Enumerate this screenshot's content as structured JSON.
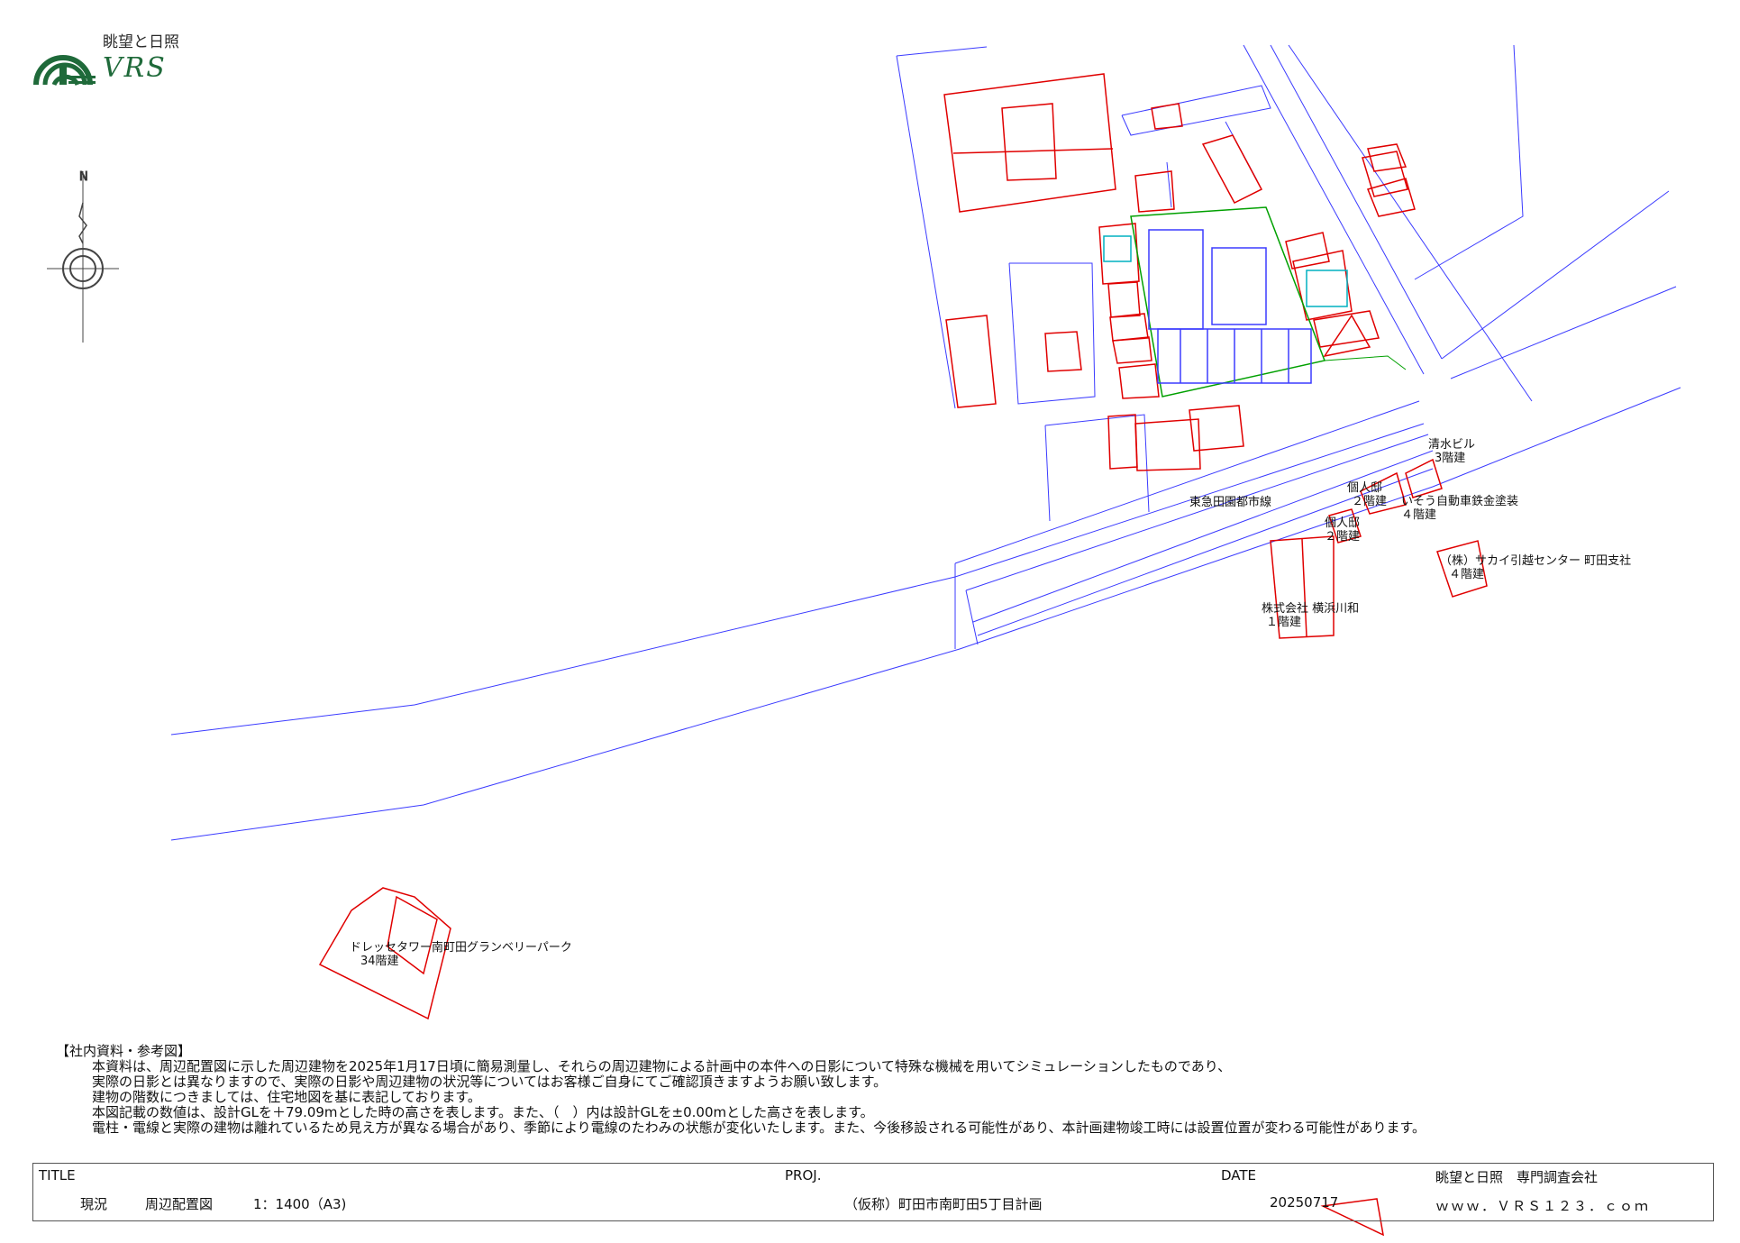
{
  "logo": {
    "top_text": "眺望と日照",
    "bottom_text": "VRS",
    "icon": "vrs-arc-logo"
  },
  "compass": {
    "label": "N"
  },
  "map_labels": {
    "railway": "東急田園都市線",
    "shimizu_name": "清水ビル",
    "shimizu_floors": "3階建",
    "kojin1_name": "個人邸",
    "kojin1_floors": "２階建",
    "isou_name": "いそう自動車鉄金塗装",
    "isou_floors": "４階建",
    "kojin2_name": "個人邸",
    "kojin2_floors": "２階建",
    "sakai_name": "（株）サカイ引越センター 町田支社",
    "sakai_floors": "４階建",
    "kawawa_name": "株式会社 横浜川和",
    "kawawa_floors": "１階建",
    "tower_name": "ドレッセタワー南町田グランベリーパーク",
    "tower_floors": "34階建"
  },
  "notes": {
    "heading": "【社内資料・参考図】",
    "lines": [
      "本資料は、周辺配置図に示した周辺建物を2025年1月17日頃に簡易測量し、それらの周辺建物による計画中の本件への日影について特殊な機械を用いてシミュレーションしたものであり、",
      "実際の日影とは異なりますので、実際の日影や周辺建物の状況等についてはお客様ご自身にてご確認頂きますようお願い致します。",
      "建物の階数につきましては、住宅地図を基に表記しております。",
      "本図記載の数値は、設計GLを＋79.09mとした時の高さを表します。また、（　）内は設計GLを±0.00mとした高さを表します。",
      "電柱・電線と実際の建物は離れているため見え方が異なる場合があり、季節により電線のたわみの状態が変化いたします。また、今後移設される可能性があり、本計画建物竣工時には設置位置が変わる可能性があります。"
    ]
  },
  "titleblock": {
    "title_label": "TITLE",
    "proj_label": "PROJ.",
    "date_label": "DATE",
    "company": "眺望と日照　専門調査会社",
    "status": "現況",
    "drawing_name": "周辺配置図",
    "scale": "1：1400（A3)",
    "project": "（仮称）町田市南町田5丁目計画",
    "date": "20250717",
    "url": "ｗｗｗ．ＶＲＳ１２３．ｃｏｍ"
  },
  "colors": {
    "road_line": "#3b3bff",
    "building_line": "#e00000",
    "site_line": "#00a000",
    "logo_green": "#1f6a3a"
  }
}
